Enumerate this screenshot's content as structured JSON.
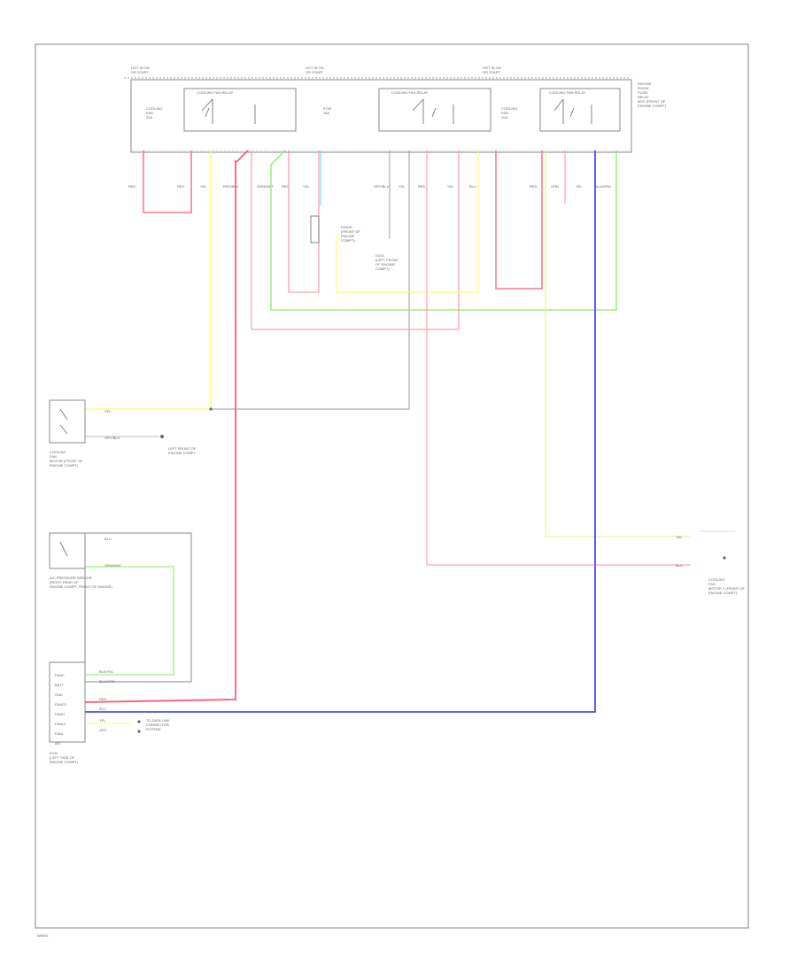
{
  "diagram": {
    "footer_code": "W0051",
    "hot_labels": [
      "HOT IN ON\nOR START",
      "HOT IN ON\nOR START",
      "HOT IN ON\nOR START"
    ],
    "component_labels": {
      "relay_block": "ENGINE\nROOM\nFUSE/\nRELAY\nBOX (FRONT OF\nENGINE COMPT)",
      "relay_1_header": "COOLING FAN RELAY",
      "relay_2_header": "COOLING FAN RELAY",
      "relay_3_header": "COOLING FAN RELAY",
      "relay_1_fuse": "COOLING\nFAN\n20A",
      "relay_2_fuse": "ECM\n15A",
      "relay_3_fuse": "COOLING\nFAN\n20A",
      "center_component": "DIODE\n(FRONT OF\nENGINE\nCOMPT)",
      "center_ground": "G101\n(LEFT FRONT\nOF ENGINE\nCOMPT)",
      "cooling_fan_motor": "COOLING\nFAN\nMOTOR (FRONT OF\nENGINE COMPT)",
      "cooling_fan_ground": "LEFT FRONT OF\nENGINE COMPT",
      "ac_sensor": "A/C PRESSURE SENSOR\n(RIGHT REAR OF\nENGINE COMPT, FRONT OF ENGINE)",
      "ecm": "ECM\n(LEFT SIDE OF\nENGINE COMPT)",
      "ecm_note": "TO DATA LINK\nCONNECTOR\nSYSTEM",
      "right_motor": "COOLING\nFAN\nMOTOR 2 (FRONT OF\nENGINE COMPT)"
    },
    "wire_labels": [
      "RED",
      "RED",
      "YEL",
      "RED/BLK",
      "GRN/WHT",
      "RED",
      "YEL",
      "GRY/BLU",
      "YEL",
      "RED",
      "YEL",
      "BLU",
      "RED",
      "GRN",
      "YEL",
      "BLU/GRN",
      "YEL",
      "GRY/BLK",
      "BLU",
      "GRN/WHT",
      "BLK/YEL",
      "BLU/GRN",
      "RED",
      "BLU",
      "YEL",
      "GRY",
      "YEL",
      "BLU"
    ],
    "ecm_pins": [
      "FANC",
      "BATT",
      "GND",
      "FANC2",
      "FANH",
      "FANL2",
      "FANL",
      "A/C"
    ]
  }
}
